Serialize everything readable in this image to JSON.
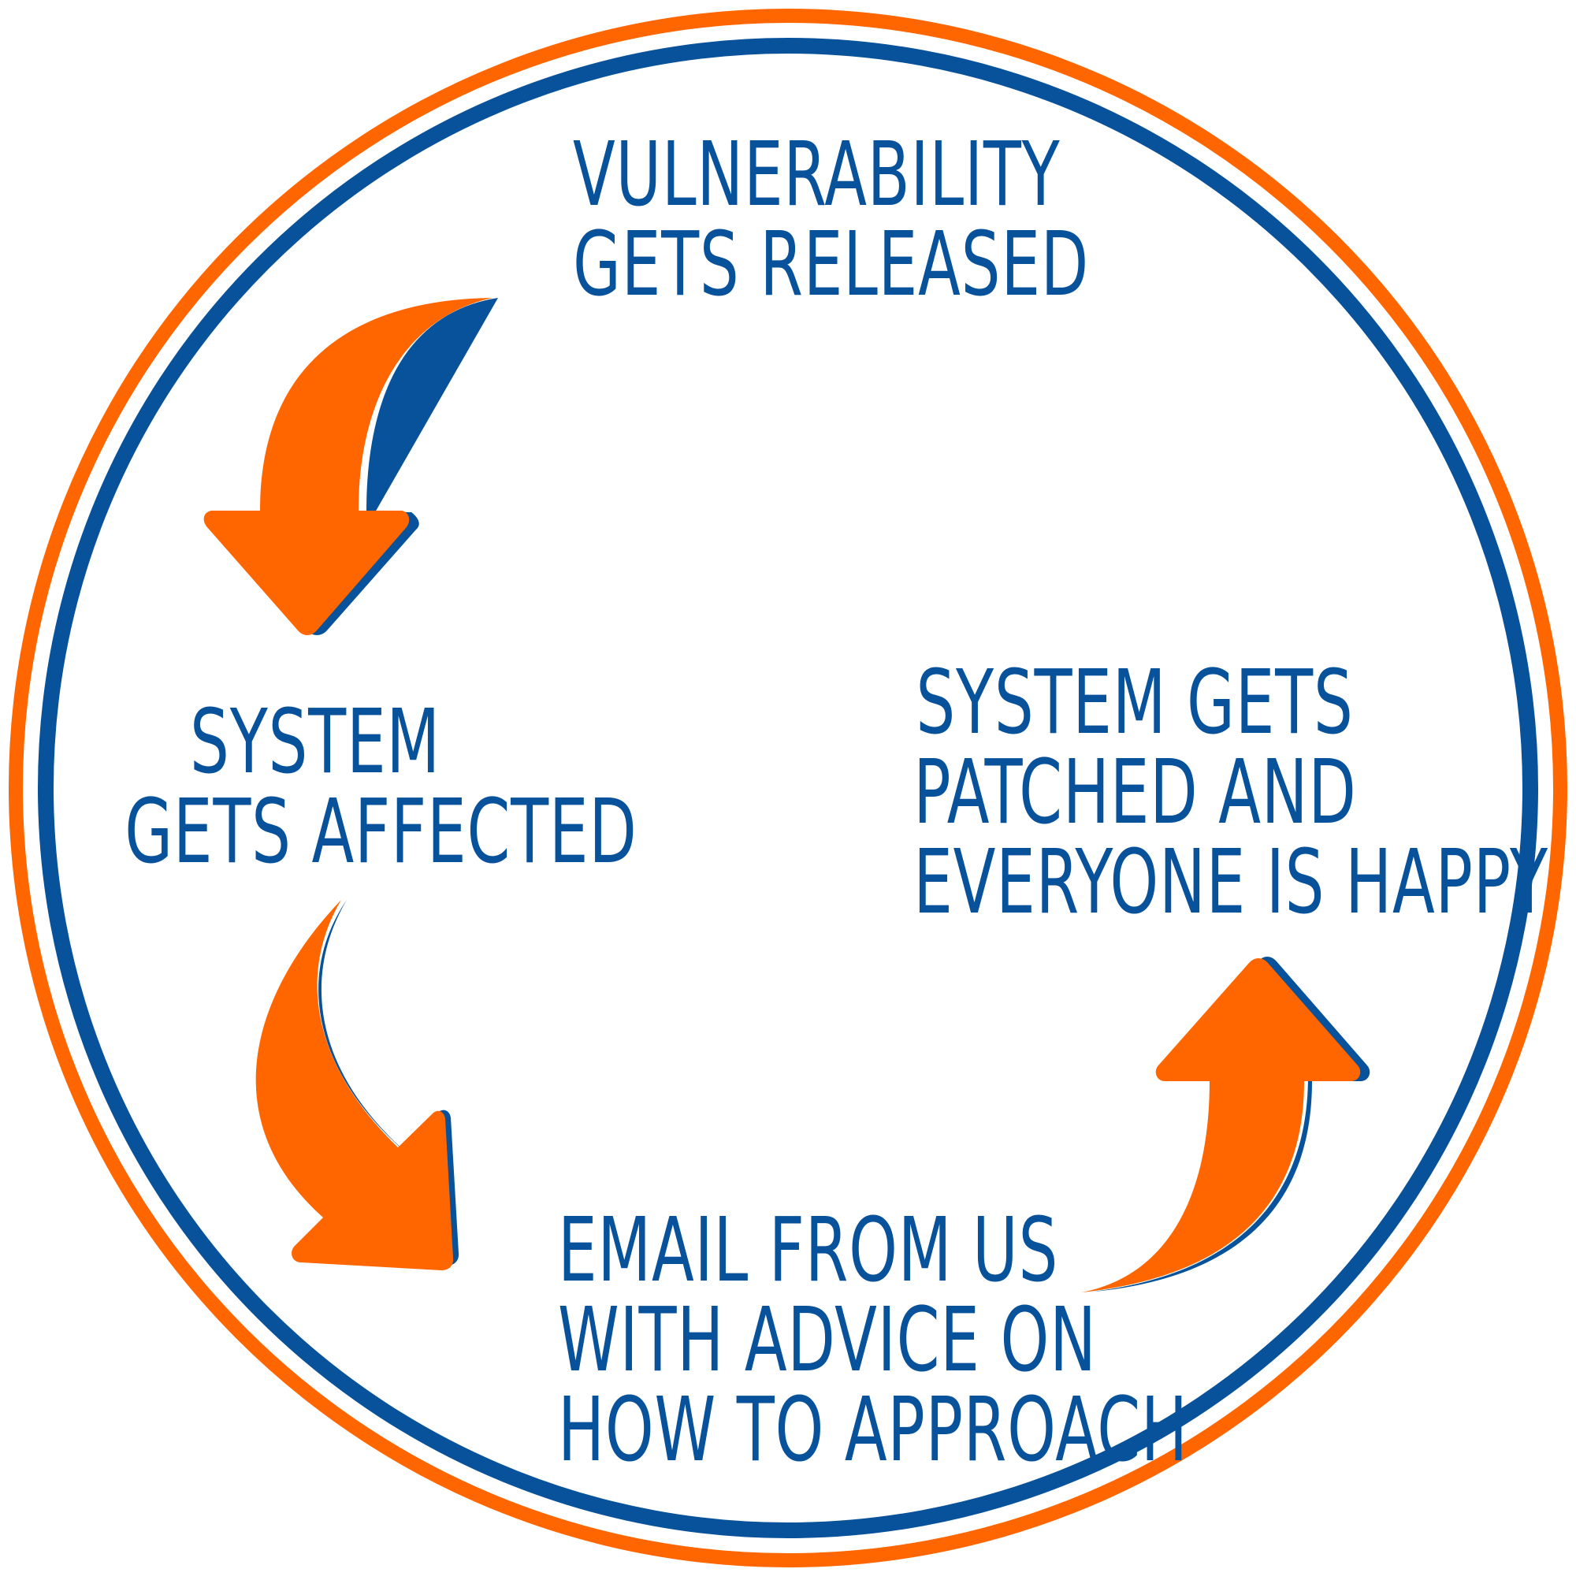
{
  "colors": {
    "orange": "#FF6600",
    "blue": "#07529A",
    "background": "#FFFFFF"
  },
  "steps": [
    {
      "id": "vulnerability",
      "lines": [
        "VULNERABILITY",
        "GETS RELEASED"
      ]
    },
    {
      "id": "affected",
      "lines": [
        "SYSTEM",
        "GETS AFFECTED"
      ]
    },
    {
      "id": "email",
      "lines": [
        "EMAIL FROM US",
        "WITH ADVICE ON",
        "HOW TO APPROACH"
      ]
    },
    {
      "id": "patched",
      "lines": [
        "SYSTEM GETS",
        "PATCHED AND",
        "EVERYONE IS HAPPY"
      ]
    }
  ],
  "arrows": [
    {
      "name": "arrow-released-to-affected",
      "from": "vulnerability",
      "to": "affected"
    },
    {
      "name": "arrow-affected-to-email",
      "from": "affected",
      "to": "email"
    },
    {
      "name": "arrow-email-to-patched",
      "from": "email",
      "to": "patched"
    }
  ]
}
